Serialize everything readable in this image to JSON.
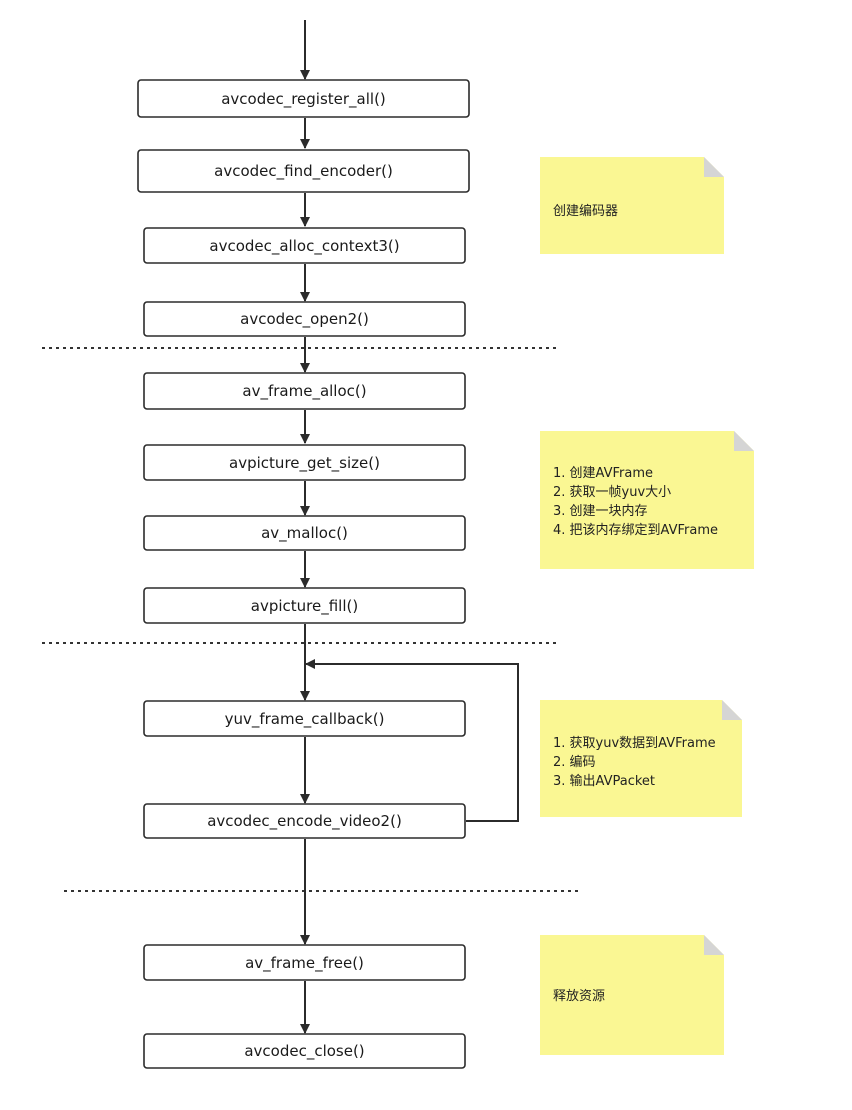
{
  "colors": {
    "stroke": "#2b2b2b",
    "note_fill": "#faf793",
    "note_fold": "#d5d5d5",
    "separator": "#333333"
  },
  "nodes": [
    "avcodec_register_all()",
    "avcodec_find_encoder()",
    "avcodec_alloc_context3()",
    "avcodec_open2()",
    "av_frame_alloc()",
    "avpicture_get_size()",
    "av_malloc()",
    "avpicture_fill()",
    "yuv_frame_callback()",
    "avcodec_encode_video2()",
    "av_frame_free()",
    "avcodec_close()"
  ],
  "notes": [
    {
      "lines": [
        "创建编码器"
      ]
    },
    {
      "lines": [
        "1. 创建AVFrame",
        "2. 获取一帧yuv大小",
        "3. 创建一块内存",
        "4. 把该内存绑定到AVFrame"
      ]
    },
    {
      "lines": [
        "1. 获取yuv数据到AVFrame",
        "2. 编码",
        "3. 输出AVPacket"
      ]
    },
    {
      "lines": [
        "释放资源"
      ]
    }
  ]
}
